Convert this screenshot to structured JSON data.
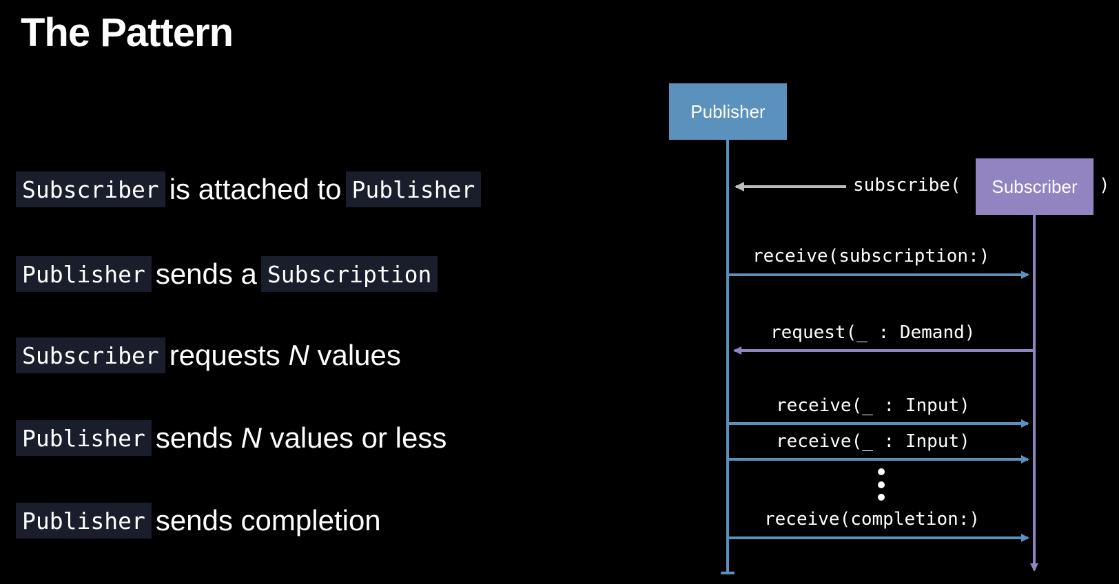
{
  "title": "The Pattern",
  "steps": [
    {
      "code1": "Subscriber",
      "text1": "is attached to",
      "code2": "Publisher"
    },
    {
      "code1": "Publisher",
      "text1": "sends a",
      "code2": "Subscription"
    },
    {
      "code1": "Subscriber",
      "text1": "requests",
      "em": "N",
      "text2": "values"
    },
    {
      "code1": "Publisher",
      "text1": "sends",
      "em": "N",
      "text2": "values or less"
    },
    {
      "code1": "Publisher",
      "text1": "sends completion"
    }
  ],
  "diagram": {
    "publisher_label": "Publisher",
    "subscriber_label": "Subscriber",
    "subscribe_open": "subscribe(",
    "subscribe_close": ")",
    "messages": {
      "receive_subscription": "receive(subscription:)",
      "request": "request(_ : Demand)",
      "receive_input_1": "receive(_ : Input)",
      "receive_input_2": "receive(_ : Input)",
      "receive_completion": "receive(completion:)"
    }
  },
  "colors": {
    "background": "#000000",
    "code_bg": "#1a1d2b",
    "publisher": "#5b91bd",
    "subscriber": "#9184c1",
    "subscribe_arrow": "#bdbdbd"
  }
}
